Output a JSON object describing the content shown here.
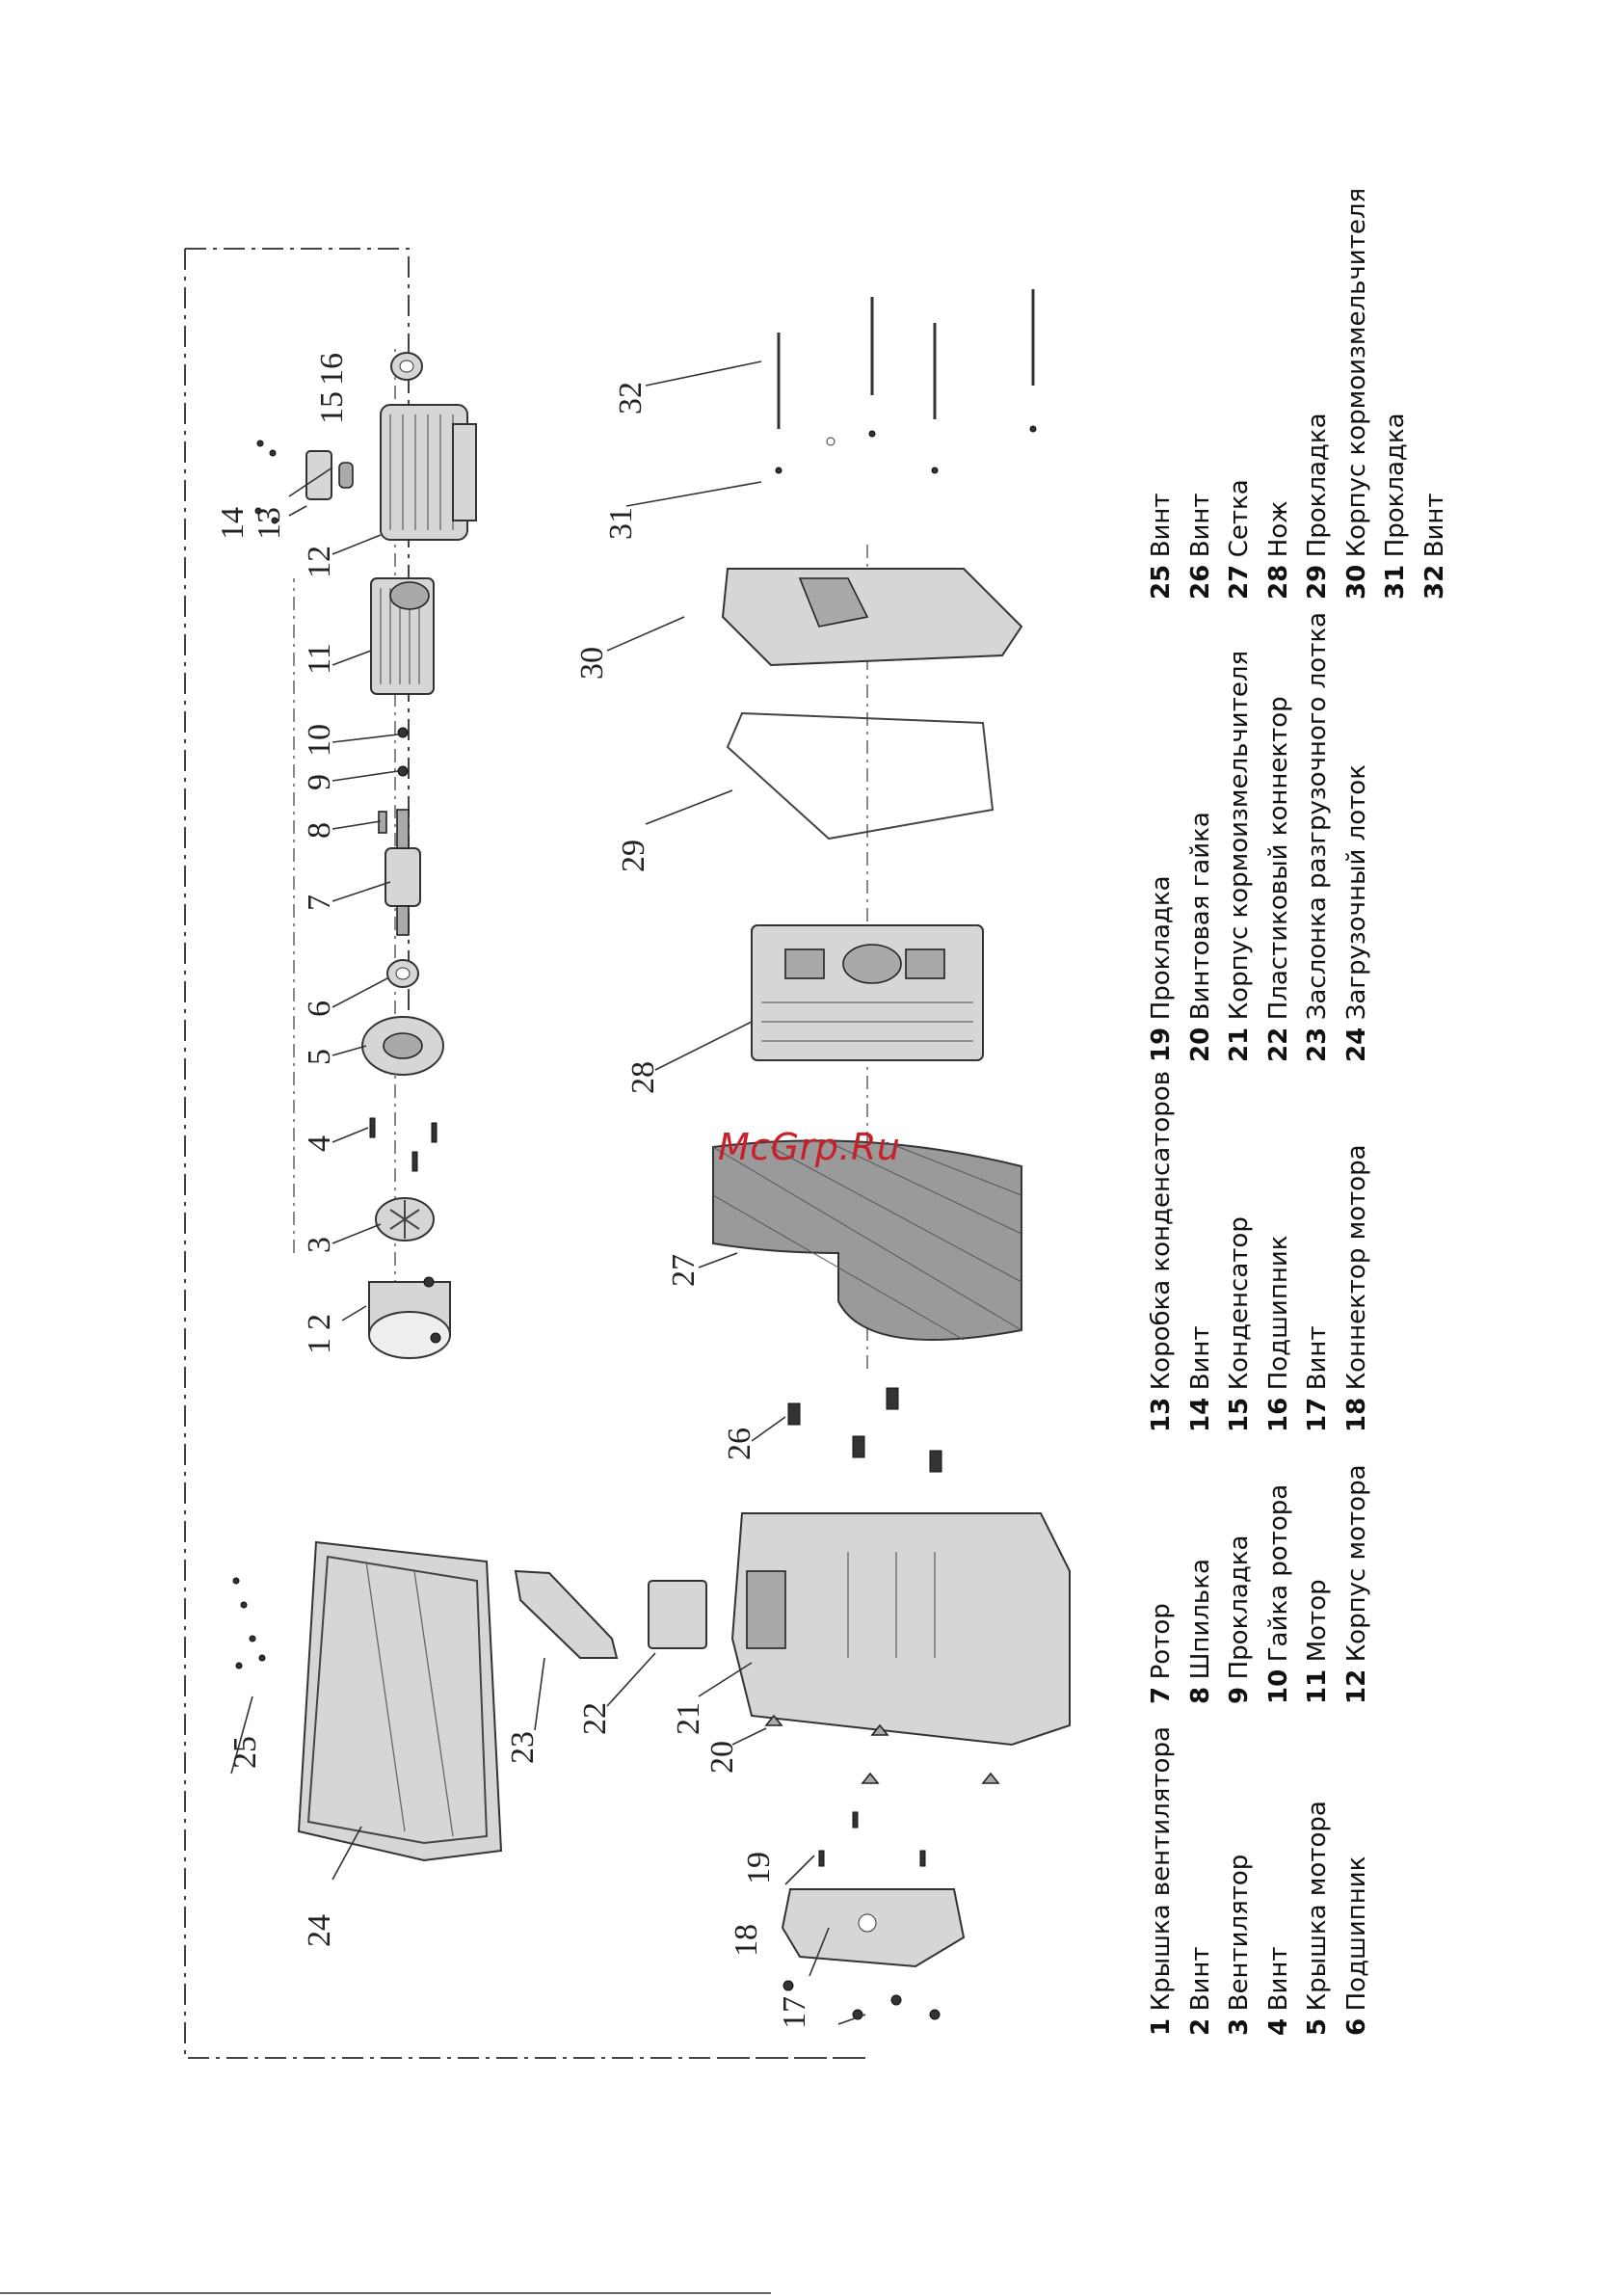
{
  "watermark": "McGrp.Ru",
  "callouts": [
    "1",
    "2",
    "3",
    "4",
    "5",
    "6",
    "7",
    "8",
    "9",
    "10",
    "11",
    "12",
    "13",
    "14",
    "15",
    "16",
    "17",
    "18",
    "19",
    "20",
    "21",
    "22",
    "23",
    "24",
    "25",
    "26",
    "27",
    "28",
    "29",
    "30",
    "31",
    "32"
  ],
  "legend": [
    [
      {
        "n": "1",
        "t": "Крышка вентилятора"
      },
      {
        "n": "2",
        "t": "Винт"
      },
      {
        "n": "3",
        "t": "Вентилятор"
      },
      {
        "n": "4",
        "t": "Винт"
      },
      {
        "n": "5",
        "t": "Крышка мотора"
      },
      {
        "n": "6",
        "t": "Подшипник"
      }
    ],
    [
      {
        "n": "7",
        "t": "Ротор"
      },
      {
        "n": "8",
        "t": "Шпилька"
      },
      {
        "n": "9",
        "t": "Прокладка"
      },
      {
        "n": "10",
        "t": "Гайка ротора"
      },
      {
        "n": "11",
        "t": "Мотор"
      },
      {
        "n": "12",
        "t": "Корпус мотора"
      }
    ],
    [
      {
        "n": "13",
        "t": "Коробка конденсаторов"
      },
      {
        "n": "14",
        "t": "Винт"
      },
      {
        "n": "15",
        "t": "Конденсатор"
      },
      {
        "n": "16",
        "t": "Подшипник"
      },
      {
        "n": "17",
        "t": "Винт"
      },
      {
        "n": "18",
        "t": "Коннектор мотора"
      }
    ],
    [
      {
        "n": "19",
        "t": "Прокладка"
      },
      {
        "n": "20",
        "t": "Винтовая гайка"
      },
      {
        "n": "21",
        "t": "Корпус кормоизмельчителя"
      },
      {
        "n": "22",
        "t": "Пластиковый коннектор"
      },
      {
        "n": "23",
        "t": "Заслонка разгрузочного лотка"
      },
      {
        "n": "24",
        "t": "Загрузочный лоток"
      }
    ],
    [
      {
        "n": "25",
        "t": "Винт"
      },
      {
        "n": "26",
        "t": "Винт"
      },
      {
        "n": "27",
        "t": "Сетка"
      },
      {
        "n": "28",
        "t": "Нож"
      },
      {
        "n": "29",
        "t": "Прокладка"
      },
      {
        "n": "30",
        "t": "Корпус кормоизмельчителя"
      },
      {
        "n": "31",
        "t": "Прокладка"
      },
      {
        "n": "32",
        "t": "Винт"
      }
    ]
  ]
}
